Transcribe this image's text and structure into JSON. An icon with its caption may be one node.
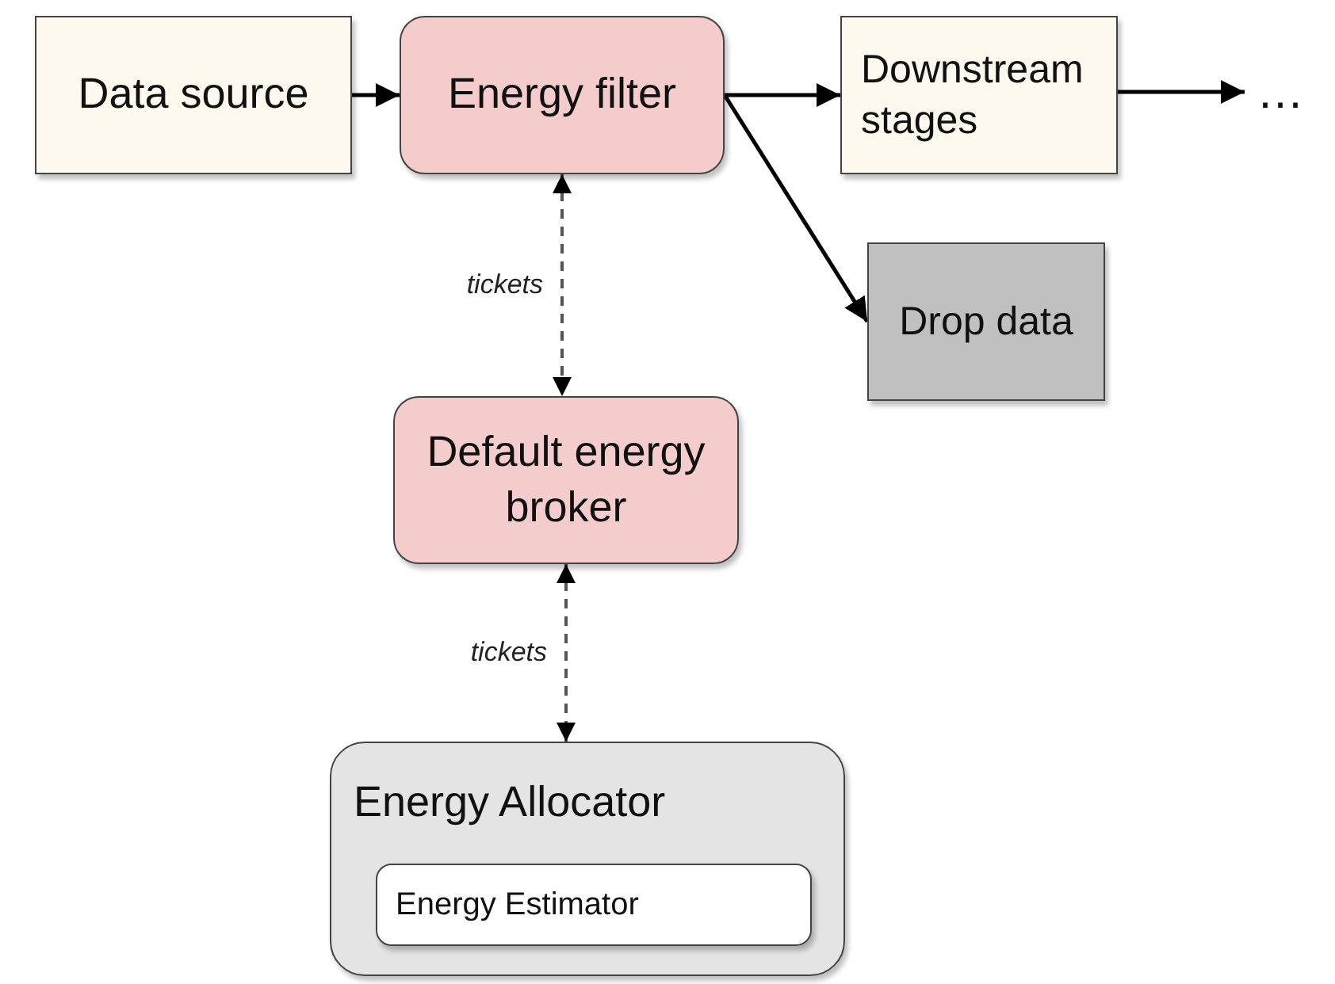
{
  "diagram": {
    "nodes": [
      {
        "text": [
          "Data source"
        ]
      },
      {
        "text": [
          "Energy filter"
        ]
      },
      {
        "text": [
          "Downstream stages"
        ]
      },
      {
        "text": [
          "…"
        ]
      },
      {
        "text": [
          "Drop data"
        ]
      },
      {
        "text": [
          "Default energy broker"
        ]
      },
      {
        "text": [
          "Energy Allocator"
        ]
      },
      {
        "text": [
          "Energy Estimator"
        ],
        "in": 6
      }
    ],
    "edges": [
      {
        "from": 0,
        "to": 1,
        "arrow": "to"
      },
      {
        "from": 1,
        "to": 2,
        "arrow": "to"
      },
      {
        "from": 2,
        "to": 3,
        "arrow": "to"
      },
      {
        "from": 1,
        "to": 4,
        "arrow": "to"
      },
      {
        "from": 1,
        "to": 5,
        "arrow": "both",
        "label": "tickets",
        "style": "dashed"
      },
      {
        "from": 5,
        "to": 6,
        "arrow": "both",
        "label": "tickets",
        "style": "dashed"
      }
    ]
  }
}
